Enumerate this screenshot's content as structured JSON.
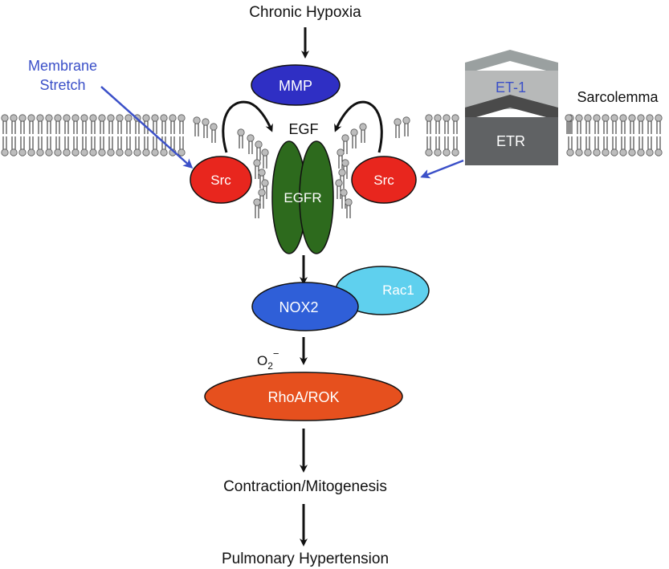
{
  "labels": {
    "chronic_hypoxia": "Chronic Hypoxia",
    "mmp": "MMP",
    "membrane": "Membrane",
    "stretch": "Stretch",
    "egf": "EGF",
    "sarcolemma": "Sarcolemma",
    "et1": "ET-1",
    "etr": "ETR",
    "src": "Src",
    "egfr": "EGFR",
    "nox2": "NOX2",
    "rac1": "Rac1",
    "o2": "O",
    "o2_sub": "2",
    "o2_sup": "−",
    "rhoa_rok": "RhoA/ROK",
    "contraction": "Contraction/Mitogenesis",
    "pulmonary": "Pulmonary Hypertension"
  },
  "colors": {
    "mmp": "#2f2fc4",
    "membrane_stretch_text": "#3b50c8",
    "src": "#e8261e",
    "egfr": "#2d6a1d",
    "nox2": "#2f5fd8",
    "rac1": "#5fd0ee",
    "rhoa": "#e6501e",
    "et1_top": "#9aa0a0",
    "et1_body": "#b7b9b9",
    "et1_text": "#3b50c8",
    "etr_top": "#4a4a4a",
    "etr_body": "#606264",
    "arrow": "#111111",
    "blue_arrow": "#3b50c8",
    "lipid_head": "#bdbdbd"
  }
}
